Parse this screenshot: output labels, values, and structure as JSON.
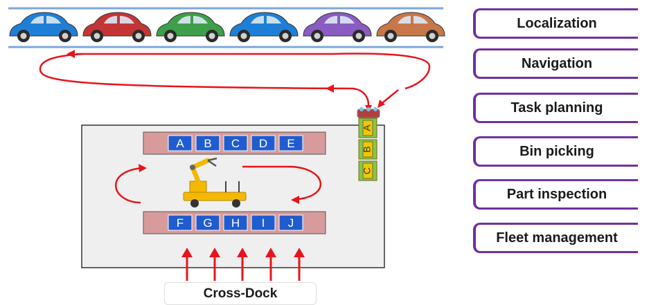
{
  "bins_top": [
    "A",
    "B",
    "C",
    "D",
    "E"
  ],
  "bins_bottom": [
    "F",
    "G",
    "H",
    "I",
    "J"
  ],
  "cart_bins": [
    "A",
    "B",
    "C"
  ],
  "cars": [
    {
      "color": "#1f7fd6"
    },
    {
      "color": "#c43535"
    },
    {
      "color": "#3f9e4a"
    },
    {
      "color": "#1f7fd6"
    },
    {
      "color": "#8a5cc2"
    },
    {
      "color": "#c7774a"
    }
  ],
  "capabilities": [
    "Localization",
    "Navigation",
    "Task planning",
    "Bin picking",
    "Part inspection",
    "Fleet management"
  ],
  "dock_label": "Cross-Dock",
  "colors": {
    "accent": "#7030a0",
    "arrow": "#e8141b",
    "bin": "#1f5ccf",
    "shelf": "#d79b9b",
    "cart_bin": "#8cc63f",
    "robot": "#f5b800"
  }
}
